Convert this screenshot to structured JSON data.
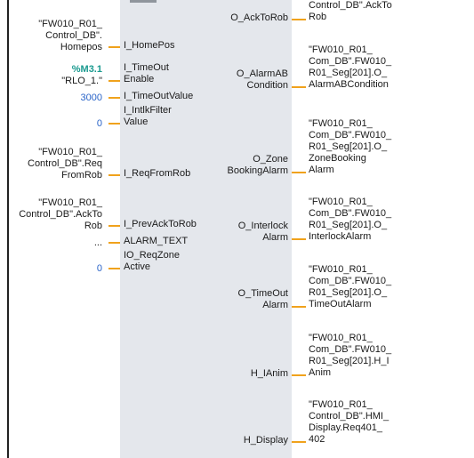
{
  "inputs": [
    {
      "id": "homepos",
      "pin": [
        "I_HomePos"
      ],
      "value": [
        "\"FW010_R01_",
        "Control_DB\".",
        "Homepos"
      ]
    },
    {
      "id": "timeout-enable",
      "pin": [
        "I_TimeOut",
        "Enable"
      ],
      "address": "%M3.1",
      "value": [
        "\"RLO_1.\""
      ]
    },
    {
      "id": "timeout-value",
      "pin": [
        "I_TimeOutValue"
      ],
      "value": [
        "3000"
      ]
    },
    {
      "id": "intlkfilter-value",
      "pin": [
        "I_IntlkFilter",
        "Value"
      ],
      "value": [
        "0"
      ]
    },
    {
      "id": "reqfromrob",
      "pin": [
        "I_ReqFromRob"
      ],
      "value": [
        "\"FW010_R01_",
        "Control_DB\".Req",
        "FromRob"
      ]
    },
    {
      "id": "prevacktorob",
      "pin": [
        "I_PrevAckToRob"
      ],
      "value": [
        "\"FW010_R01_",
        "Control_DB\".AckTo",
        "Rob"
      ]
    },
    {
      "id": "alarm-text",
      "pin": [
        "ALARM_TEXT"
      ],
      "value": [
        "..."
      ]
    },
    {
      "id": "reqzone-active",
      "pin": [
        "IO_ReqZone",
        "Active"
      ],
      "value": [
        "0"
      ]
    }
  ],
  "outputs": [
    {
      "id": "acktorob",
      "pin": [
        "O_AckToRob"
      ],
      "value": [
        "Control_DB\".AckTo",
        "Rob"
      ]
    },
    {
      "id": "alarmab-condition",
      "pin": [
        "O_AlarmAB",
        "Condition"
      ],
      "value": [
        "\"FW010_R01_",
        "Com_DB\".FW010_",
        "R01_Seg[201].O_",
        "AlarmABCondition"
      ]
    },
    {
      "id": "zone-booking-alarm",
      "pin": [
        "O_Zone",
        "BookingAlarm"
      ],
      "value": [
        "\"FW010_R01_",
        "Com_DB\".FW010_",
        "R01_Seg[201].O_",
        "ZoneBooking",
        "Alarm"
      ]
    },
    {
      "id": "interlock-alarm",
      "pin": [
        "O_Interlock",
        "Alarm"
      ],
      "value": [
        "\"FW010_R01_",
        "Com_DB\".FW010_",
        "R01_Seg[201].O_",
        "InterlockAlarm"
      ]
    },
    {
      "id": "timeout-alarm",
      "pin": [
        "O_TimeOut",
        "Alarm"
      ],
      "value": [
        "\"FW010_R01_",
        "Com_DB\".FW010_",
        "R01_Seg[201].O_",
        "TimeOutAlarm"
      ]
    },
    {
      "id": "h-ianim",
      "pin": [
        "H_IAnim"
      ],
      "value": [
        "\"FW010_R01_",
        "Com_DB\".FW010_",
        "R01_Seg[201].H_I",
        "Anim"
      ]
    },
    {
      "id": "h-display",
      "pin": [
        "H_Display"
      ],
      "value": [
        "\"FW010_R01_",
        "Control_DB\".HMI_",
        "Display.Req401_",
        "402"
      ]
    }
  ],
  "colors": {
    "wire": "#f0a21c",
    "block": "#e4e7ec",
    "address": "#1a9a8f",
    "number": "#2a64c8"
  }
}
